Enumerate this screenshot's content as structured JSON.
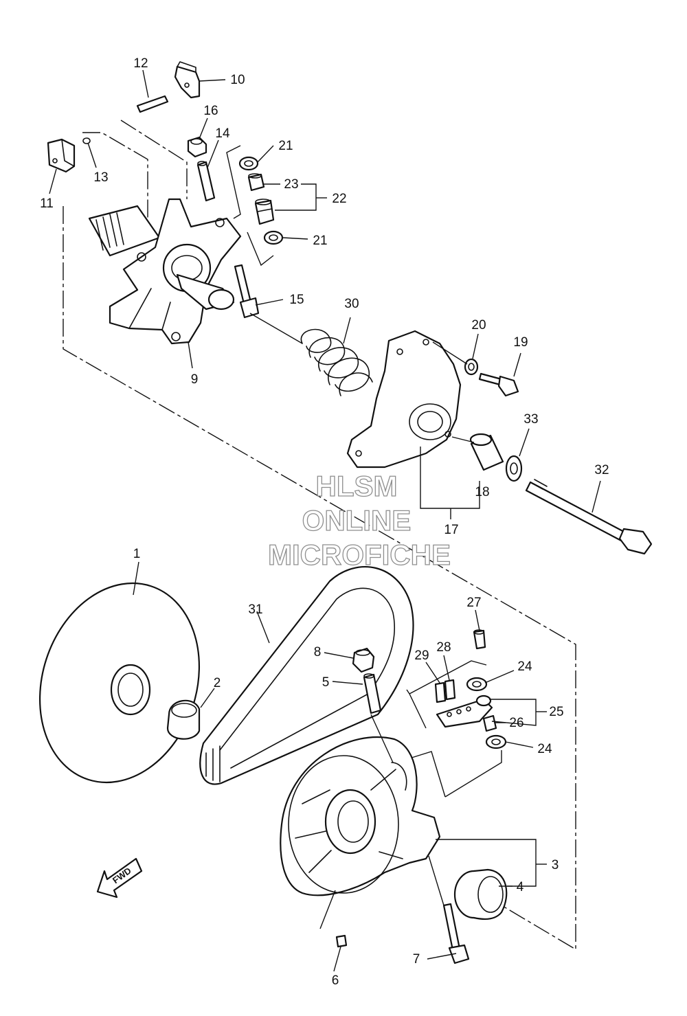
{
  "watermark": {
    "line1": "HLSM",
    "line2": "ONLINE",
    "line3": "MICROFICHE",
    "color": "#8e8e8e"
  },
  "fwd_label": "FWD",
  "callouts": {
    "c1": "1",
    "c2": "2",
    "c3": "3",
    "c4": "4",
    "c5": "5",
    "c6": "6",
    "c7": "7",
    "c8": "8",
    "c9": "9",
    "c10": "10",
    "c11": "11",
    "c12": "12",
    "c13": "13",
    "c14": "14",
    "c15": "15",
    "c16": "16",
    "c17": "17",
    "c18": "18",
    "c19": "19",
    "c20": "20",
    "c21a": "21",
    "c21b": "21",
    "c22": "22",
    "c23": "23",
    "c24a": "24",
    "c24b": "24",
    "c25": "25",
    "c26": "26",
    "c27": "27",
    "c28": "28",
    "c29": "29",
    "c30": "30",
    "c31": "31",
    "c32": "32",
    "c33": "33"
  },
  "icons": {
    "fwd": "fwd-arrow-icon"
  }
}
